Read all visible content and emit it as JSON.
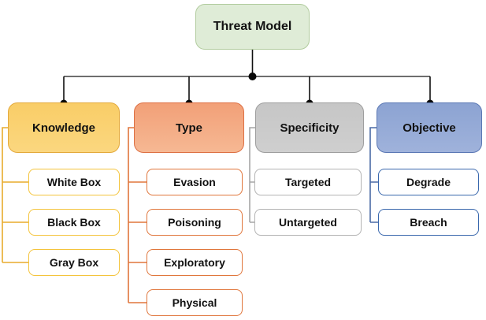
{
  "diagram": {
    "root": {
      "label": "Threat Model",
      "fill_color": "#dfecd7",
      "border_color": "#b2cc9f"
    },
    "branches": [
      {
        "label": "Knowledge",
        "fill_color": "#fad170",
        "border_color": "#e3a93c",
        "connector_color": "#e8ac2d",
        "children": [
          "White Box",
          "Black Box",
          "Gray Box"
        ]
      },
      {
        "label": "Type",
        "fill_color": "#f4a27d",
        "border_color": "#dd7044",
        "connector_color": "#e0763c",
        "children": [
          "Evasion",
          "Poisoning",
          "Exploratory",
          "Physical"
        ]
      },
      {
        "label": "Specificity",
        "fill_color": "#c9c9c9",
        "border_color": "#9e9e9e",
        "connector_color": "#a6a6a6",
        "children": [
          "Targeted",
          "Untargeted"
        ]
      },
      {
        "label": "Objective",
        "fill_color": "#92a8d5",
        "border_color": "#5b78b4",
        "connector_color": "#4a6aa5",
        "children": [
          "Degrade",
          "Breach"
        ]
      }
    ],
    "connector_trunk_color": "#111111",
    "connector_bar_color": "#6e6e6e",
    "junction_dot_color": "#0a0a0a"
  }
}
